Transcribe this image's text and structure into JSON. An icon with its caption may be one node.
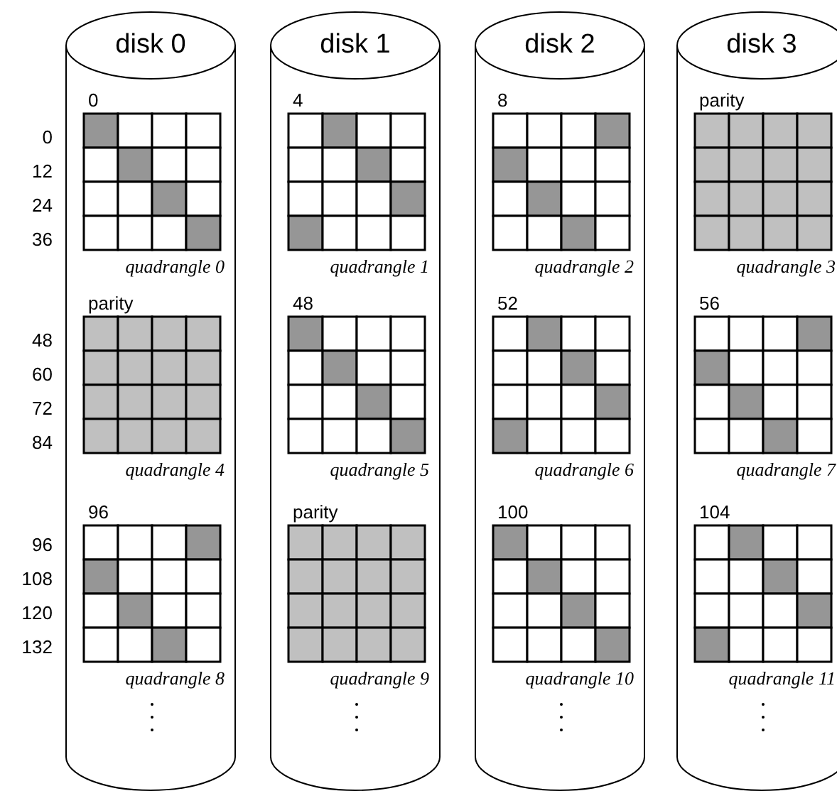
{
  "diagram": {
    "nodes": [
      {
        "text": [
          "disk 0"
        ]
      },
      {
        "text": [
          "0",
          "quadrangle 0"
        ],
        "in": 0
      },
      {
        "text": [
          "parity",
          "quadrangle 4"
        ],
        "in": 0
      },
      {
        "text": [
          "96",
          "quadrangle 8"
        ],
        "in": 0
      },
      {
        "text": [
          "disk 1"
        ]
      },
      {
        "text": [
          "4",
          "quadrangle 1"
        ],
        "in": 4
      },
      {
        "text": [
          "48",
          "quadrangle 5"
        ],
        "in": 4
      },
      {
        "text": [
          "parity",
          "quadrangle 9"
        ],
        "in": 4
      },
      {
        "text": [
          "disk 2"
        ]
      },
      {
        "text": [
          "8",
          "quadrangle 2"
        ],
        "in": 8
      },
      {
        "text": [
          "52",
          "quadrangle 6"
        ],
        "in": 8
      },
      {
        "text": [
          "100",
          "quadrangle 10"
        ],
        "in": 8
      },
      {
        "text": [
          "disk 3"
        ]
      },
      {
        "text": [
          "parity",
          "quadrangle 3"
        ],
        "in": 12
      },
      {
        "text": [
          "56",
          "quadrangle 7"
        ],
        "in": 12
      },
      {
        "text": [
          "104",
          "quadrangle 11"
        ],
        "in": 12
      }
    ],
    "edges": [],
    "labels": [
      "0",
      "12",
      "24",
      "36",
      "48",
      "60",
      "72",
      "84",
      "96",
      "108",
      "120",
      "132"
    ]
  }
}
